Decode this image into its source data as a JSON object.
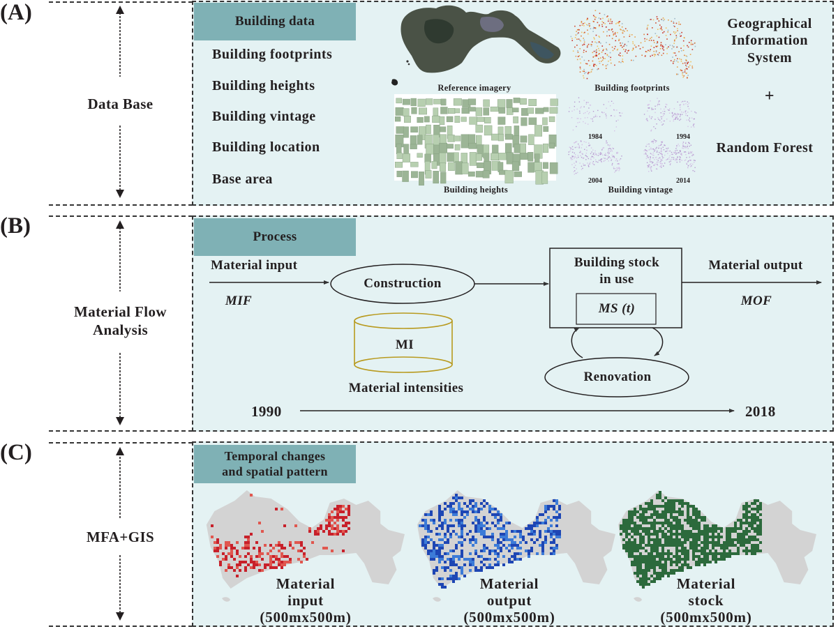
{
  "figure": {
    "panels": [
      {
        "id": "A",
        "label": "(A)",
        "left_title": "Data Base",
        "header": "Building data",
        "items": [
          "Building footprints",
          "Building heights",
          "Building vintage",
          "Building location",
          "Base area"
        ],
        "images": {
          "reference_imagery": "Reference imagery",
          "building_footprints": "Building footprints",
          "building_heights": "Building heights",
          "building_vintage": "Building vintage",
          "vintage_years": [
            "1984",
            "1994",
            "2004",
            "2014"
          ]
        },
        "method_lines": [
          "Geographical",
          "Information",
          "System"
        ],
        "plus": "+",
        "method2": "Random Forest"
      },
      {
        "id": "B",
        "label": "(B)",
        "left_title_lines": [
          "Material Flow",
          "Analysis"
        ],
        "header": "Process",
        "material_input": "Material input",
        "mif": "MIF",
        "construction": "Construction",
        "mi": "MI",
        "material_intensities": "Material intensities",
        "stock_lines": [
          "Building stock",
          "in use"
        ],
        "ms": "MS (t)",
        "renovation": "Renovation",
        "material_output": "Material output",
        "mof": "MOF",
        "year_start": "1990",
        "year_end": "2018"
      },
      {
        "id": "C",
        "label": "(C)",
        "left_title": "MFA+GIS",
        "header_lines": [
          "Temporal changes",
          "and spatial pattern"
        ],
        "maps": [
          {
            "lines": [
              "Material",
              "input",
              "(500mx500m)"
            ],
            "color": "#c8202a",
            "color2": "#e0574f"
          },
          {
            "lines": [
              "Material",
              "output",
              "(500mx500m)"
            ],
            "color": "#1e46b4",
            "color2": "#3c7bd8"
          },
          {
            "lines": [
              "Material",
              "stock",
              "(500mx500m)"
            ],
            "color": "#2c6a3c",
            "color2": "#2c6a3c"
          }
        ]
      }
    ],
    "colors": {
      "panel_bg": "#e4f2f3",
      "header_bg": "#7fb1b5",
      "cylinder": "#b89a1e",
      "land_grey": "#d3d3d3"
    }
  }
}
